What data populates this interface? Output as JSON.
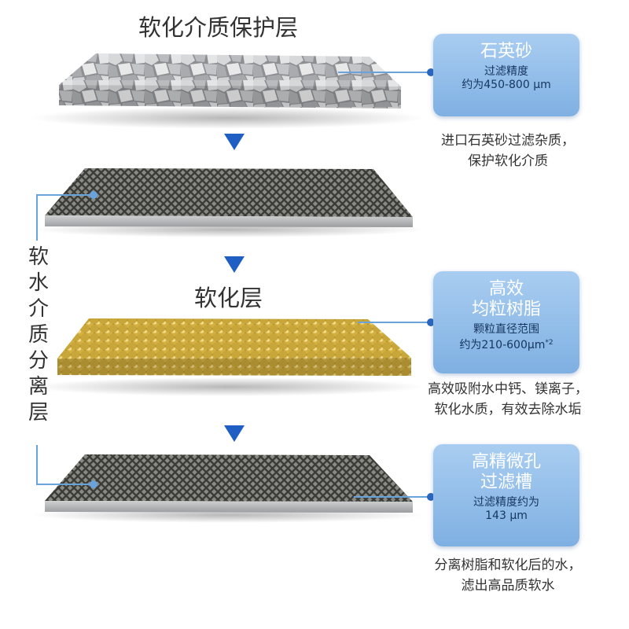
{
  "colors": {
    "arrow": "#1f5fc4",
    "box": "#8fbbe8",
    "connector": "#6aa2dc",
    "resin": "#d9b94c",
    "mesh": "#6b6b66",
    "quartz": "#bfc1c4"
  },
  "layers": {
    "quartz_title": "软化介质保护层",
    "resin_title": "软化层",
    "side_label": [
      "软",
      "水",
      "介",
      "质",
      "分",
      "离",
      "层"
    ]
  },
  "callouts": {
    "quartz": {
      "heading": "石英砂",
      "sub1": "过滤精度",
      "sub2": "约为450-800 µm"
    },
    "resin": {
      "heading1": "高效",
      "heading2": "均粒树脂",
      "sub1": "颗粒直径范围",
      "sub2": "约为210-600µm",
      "sub2_mark": "*2"
    },
    "mesh": {
      "heading1": "高精微孔",
      "heading2": "过滤槽",
      "sub1": "过滤精度约为",
      "sub2": "143 µm"
    }
  },
  "descriptions": {
    "quartz": [
      "进口石英砂过滤杂质，",
      "保护软化介质"
    ],
    "resin": [
      "高效吸附水中钙、镁离子，",
      "软化水质，有效去除水垢"
    ],
    "mesh": [
      "分离树脂和软化后的水，",
      "滤出高品质软水"
    ]
  }
}
